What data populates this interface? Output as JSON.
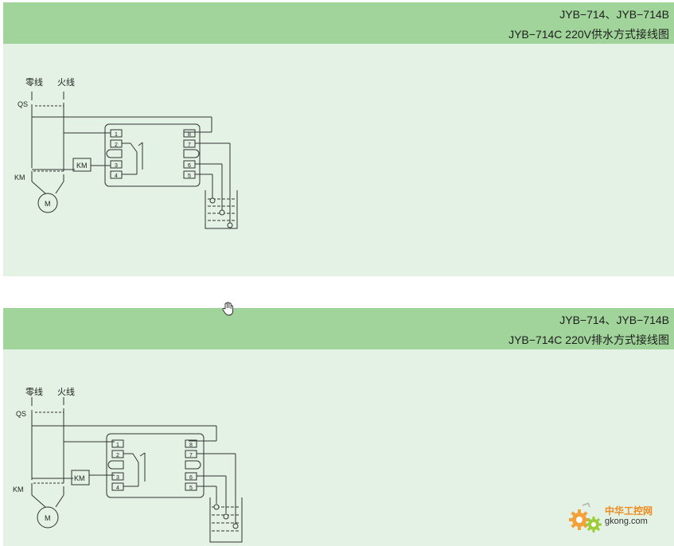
{
  "top_panel": {
    "title_line1": "JYB−714、JYB−714B",
    "title_line2": "JYB−714C  220V供水方式接线图"
  },
  "bottom_panel": {
    "title_line1": "JYB−714、JYB−714B",
    "title_line2": "JYB−714C 220V排水方式接线图"
  },
  "diagram_labels": {
    "neutral": "零线",
    "live": "火线",
    "qs": "QS",
    "km": "KM",
    "km_coil": "KM",
    "motor": "M",
    "terminals": [
      "1",
      "2",
      "3",
      "4",
      "8",
      "7",
      "6",
      "5"
    ]
  },
  "watermark": {
    "brand": "中华工控网",
    "domain": "gkong.com"
  },
  "icons": {
    "cursor": "hand-cursor-icon",
    "logo": "gear-logo-icon"
  },
  "colors": {
    "header_green": "#a0d49a",
    "body_green": "#e3f2e4",
    "line": "#333333",
    "logo_orange": "#f08a1c"
  }
}
